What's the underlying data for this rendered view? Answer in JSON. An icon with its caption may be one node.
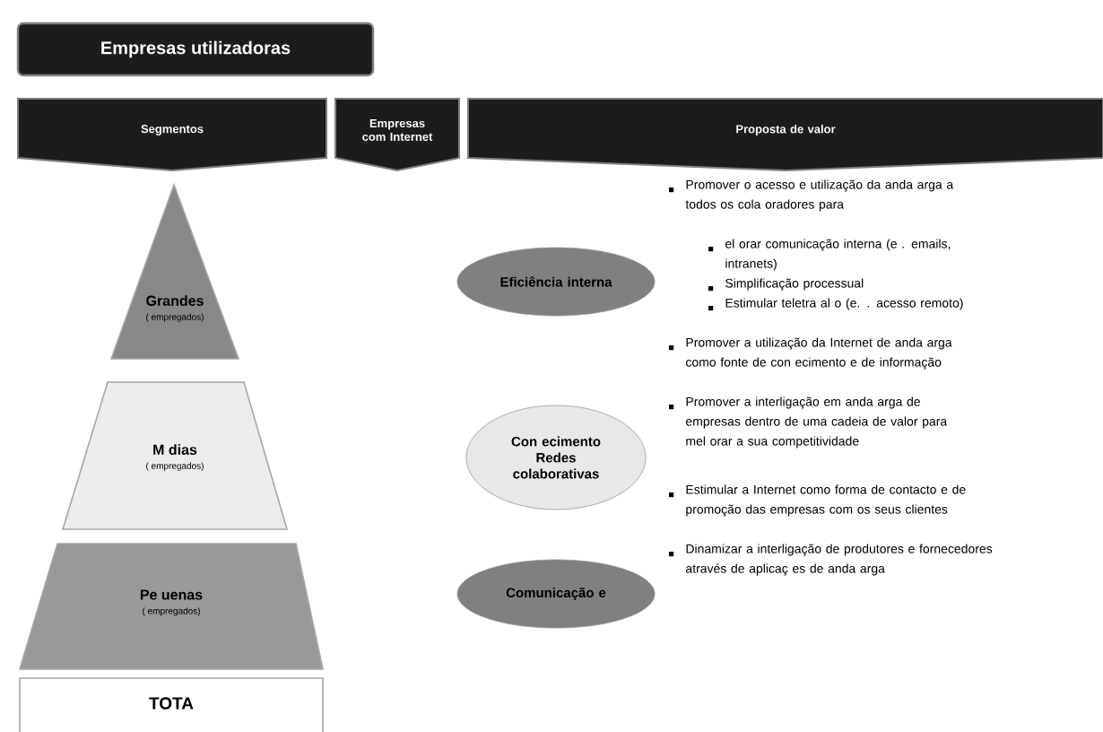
{
  "diagram": {
    "nodes": [
      {
        "text": [
          "Empresas utilizadoras"
        ]
      },
      {
        "text": [
          "Segmentos"
        ]
      },
      {
        "text": [
          "Empresas com Internet"
        ]
      },
      {
        "text": [
          "Proposta de valor"
        ]
      },
      {
        "text": [
          "Grandes",
          "( empregados)"
        ]
      },
      {
        "text": [
          "M dias",
          "( empregados)"
        ]
      },
      {
        "text": [
          "Pe uenas",
          "( empregados)"
        ]
      },
      {
        "text": [
          "TOTA"
        ]
      },
      {
        "text": [
          "Eficiência interna"
        ]
      },
      {
        "text": [
          "Con ecimento Redes colaborativas"
        ]
      },
      {
        "text": [
          "Comunicação e"
        ]
      }
    ],
    "edges": [],
    "labels": [
      "Promover o acesso e utilização da anda arga a todos os cola oradores para",
      "el orar comunicação interna (e . emails, intranets)",
      "Simplificação processual",
      "Estimular teletra al o (e. . acesso remoto)",
      "Promover a utilização da Internet de anda arga como fonte de con ecimento e de informação",
      "Promover a interligação em anda arga de empresas dentro de uma cadeia de valor para mel orar a sua competitividade",
      "Estimular a Internet como forma de contacto e de promoção das empresas com os seus clientes",
      "Dinamizar a interligação de produtores e fornecedores através de aplicaç es de anda arga"
    ]
  }
}
